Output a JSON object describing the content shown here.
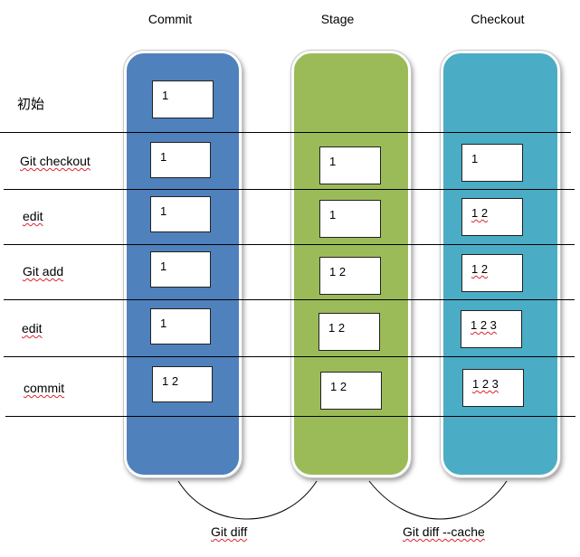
{
  "columns": {
    "commit": "Commit",
    "stage": "Stage",
    "checkout": "Checkout"
  },
  "rows": [
    {
      "label": "初始",
      "commit": "1",
      "stage": "",
      "checkout": ""
    },
    {
      "label": "Git checkout",
      "commit": "1",
      "stage": "1",
      "checkout": "1"
    },
    {
      "label": "edit",
      "commit": "1",
      "stage": "1",
      "checkout": "1 2"
    },
    {
      "label": "Git add",
      "commit": "1",
      "stage": "1 2",
      "checkout": "1 2"
    },
    {
      "label": "edit",
      "commit": "1",
      "stage": "1 2",
      "checkout": "1 2 3"
    },
    {
      "label": "commit",
      "commit": "1 2",
      "stage": "1 2",
      "checkout": "1 2 3"
    }
  ],
  "diffs": {
    "commit_stage": "Git diff",
    "stage_checkout": "Git diff --cache"
  },
  "colors": {
    "commit": "#4f81bd",
    "stage": "#9bbb59",
    "checkout": "#4bacc6"
  }
}
